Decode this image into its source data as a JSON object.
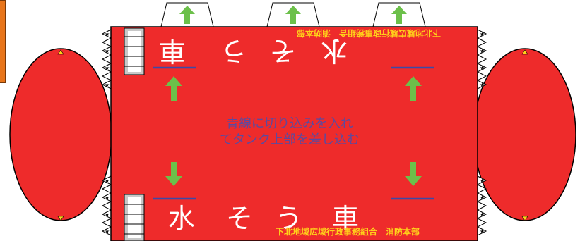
{
  "colors": {
    "body_red": "#ee2b2b",
    "outline": "#000000",
    "arrow_green": "#6cc04a",
    "cut_line_blue": "#3b4aa8",
    "text_yellow": "#ffd21a",
    "text_purple": "#5b4aa0",
    "ladder_gray": "#c8c8c8",
    "tab_orange": "#e8751a"
  },
  "labels": {
    "bottom_title_chars": [
      "水",
      "そ",
      "う",
      "車"
    ],
    "top_title_chars": [
      "車",
      "う",
      "そ",
      "水"
    ],
    "organization": "下北地域広域行政事務組合　消防本部",
    "instruction_line1": "青線に切り込みを入れ",
    "instruction_line2": "てタンク上部を差し込む"
  },
  "icons": {
    "arrow": "arrow-icon",
    "star": "star-icon",
    "triangle": "triangle-marker-icon",
    "ladder": "ladder-icon"
  }
}
